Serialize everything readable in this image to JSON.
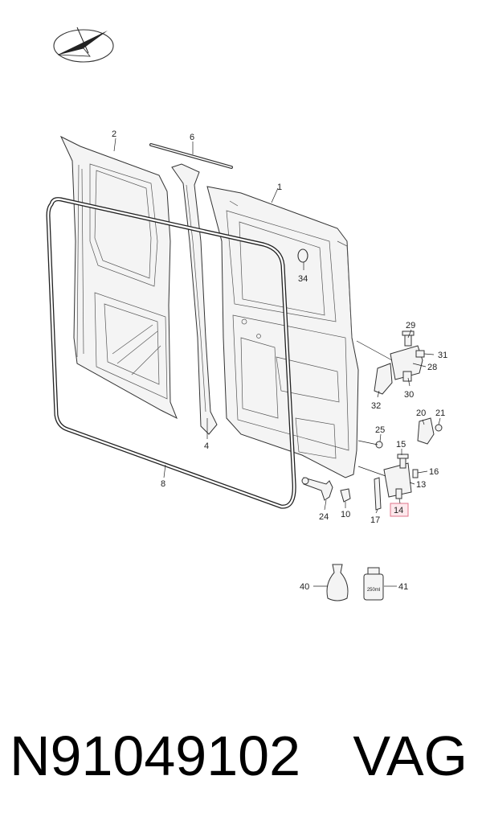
{
  "caption": {
    "part_number": "N91049102",
    "brand": "VAG"
  },
  "callouts": {
    "c1": "1",
    "c2": "2",
    "c4": "4",
    "c6": "6",
    "c8": "8",
    "c10": "10",
    "c13": "13",
    "c14": "14",
    "c15": "15",
    "c16": "16",
    "c17": "17",
    "c20": "20",
    "c21": "21",
    "c24": "24",
    "c25": "25",
    "c28": "28",
    "c29": "29",
    "c30": "30",
    "c31": "31",
    "c32": "32",
    "c34": "34",
    "c40": "40",
    "c41": "41"
  },
  "container_label": "250ml",
  "highlighted_part": "14",
  "colors": {
    "highlight_fill": "#fde8ec",
    "highlight_stroke": "#e0748a",
    "line": "#333333"
  }
}
